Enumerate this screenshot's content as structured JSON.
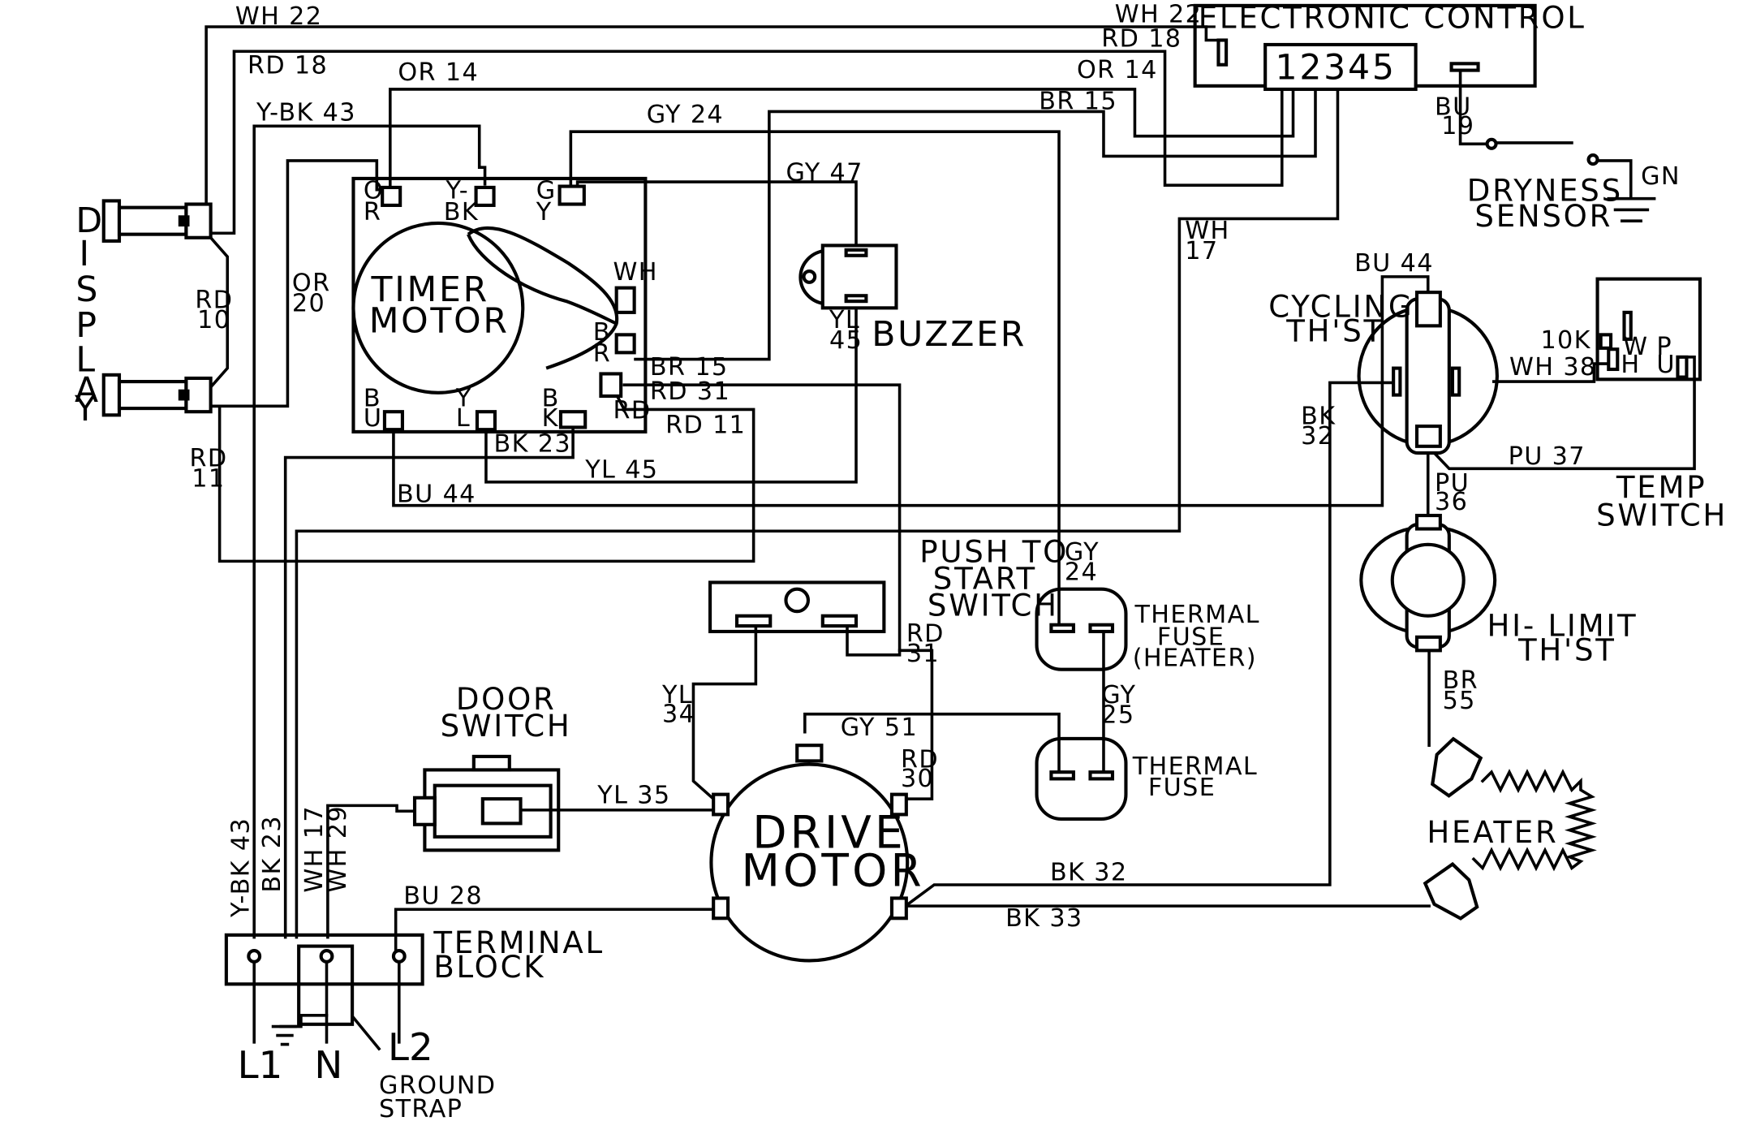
{
  "components": {
    "electronic_control": "ELECTRONIC CONTROL",
    "control_pins": "12345",
    "display": [
      "D",
      "I",
      "S",
      "P",
      "L",
      "A",
      "Y"
    ],
    "timer_motor": [
      "TIMER",
      "MOTOR"
    ],
    "buzzer": "BUZZER",
    "dryness_sensor": [
      "DRYNESS",
      "SENSOR"
    ],
    "cycling_thst": [
      "CYCLING",
      "TH'ST"
    ],
    "temp_switch": [
      "TEMP",
      "SWITCH"
    ],
    "hi_limit": [
      "HI- LIMIT",
      "TH'ST"
    ],
    "push_to_start": [
      "PUSH TO",
      "START",
      "SWITCH"
    ],
    "thermal_fuse_heater": [
      "THERMAL",
      "FUSE",
      "(HEATER)"
    ],
    "thermal_fuse": [
      "THERMAL",
      "FUSE"
    ],
    "door_switch": [
      "DOOR",
      "SWITCH"
    ],
    "drive_motor": [
      "DRIVE",
      "MOTOR"
    ],
    "heater": "HEATER",
    "terminal_block": [
      "TERMINAL",
      "BLOCK"
    ],
    "ground_strap": [
      "GROUND",
      "STRAP"
    ],
    "terminals": {
      "l1": "L1",
      "n": "N",
      "l2": "L2"
    },
    "gn": "GN",
    "res_10k": "10K"
  },
  "timer_terminals": {
    "or": [
      "O",
      "R"
    ],
    "ybk": [
      "Y-",
      "BK"
    ],
    "gy": [
      "G",
      "Y"
    ],
    "wh": "WH",
    "br": [
      "B",
      "R"
    ],
    "rd": "RD",
    "bu": [
      "B",
      "U"
    ],
    "yl": [
      "Y",
      "L"
    ],
    "bk": [
      "B",
      "K"
    ]
  },
  "temp_switch_terminals": {
    "wh": [
      "W",
      "H"
    ],
    "pu": [
      "P",
      "U"
    ]
  },
  "wires": {
    "wh22": "WH 22",
    "rd18": "RD 18",
    "or14": "OR 14",
    "ybk43": "Y-BK 43",
    "gy24": "GY 24",
    "br15": "BR 15",
    "gy47": "GY 47",
    "rd10": [
      "RD",
      "10"
    ],
    "or20": [
      "OR",
      "20"
    ],
    "rd11_left": [
      "RD",
      "11"
    ],
    "yl45_buzzer": [
      "YL",
      "45"
    ],
    "rd31": "RD 31",
    "rd11": "RD 11",
    "bk23": "BK 23",
    "yl45": "YL 45",
    "bu44": "BU 44",
    "bu19": [
      "BU",
      "19"
    ],
    "wh17": [
      "WH",
      "17"
    ],
    "bu44_top": "BU 44",
    "wh38": "WH 38",
    "bk32_vert": [
      "BK",
      "32"
    ],
    "pu37": "PU 37",
    "pu36": [
      "PU",
      "36"
    ],
    "br55": [
      "BR",
      "55"
    ],
    "gy24_fuse": [
      "GY",
      "24"
    ],
    "gy25": [
      "GY",
      "25"
    ],
    "rd31_push": [
      "RD",
      "31"
    ],
    "yl34": [
      "YL",
      "34"
    ],
    "gy51": "GY 51",
    "rd30": [
      "RD",
      "30"
    ],
    "yl35": "YL 35",
    "bk32": "BK 32",
    "bk33": "BK 33",
    "bu28": "BU 28",
    "ybk43_vert": "Y-BK 43",
    "bk23_vert": "BK 23",
    "wh17_vert": "WH 17",
    "wh29_vert": "WH 29"
  }
}
